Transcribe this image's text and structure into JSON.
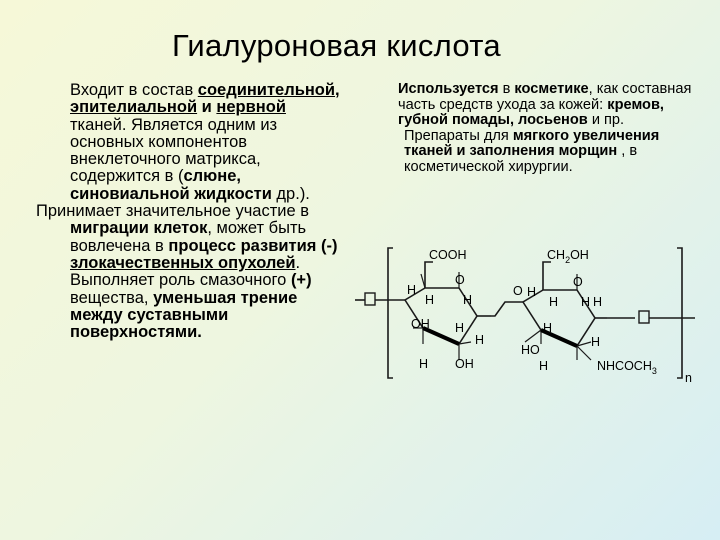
{
  "slide": {
    "title": "Гиалуроновая кислота"
  },
  "left": {
    "p1": {
      "t1": "Входит в состав ",
      "t2": "соединительной",
      "t3": ", ",
      "t4": "эпителиальной",
      "t5": " и ",
      "t6": "нервной",
      "t7": " тканей. Является одним из основных компонентов внеклеточного матрикса, содержится в (",
      "t8": "слюне, синовиальной жидкости",
      "t9": " др.)."
    },
    "p2": {
      "t1": "Принимает значительное участие в ",
      "t2": "миграции клеток",
      "t3": ", может быть вовлечена в ",
      "t4": "процесс развития",
      "t5": " (-) ",
      "t6": "злокачественных опухолей",
      "t7": "."
    },
    "p3": {
      "t1": "Выполняет роль смазочного ",
      "t2": "(+)",
      "t3": " вещества, ",
      "t4": "уменьшая трение между суставными поверхностями."
    }
  },
  "right": {
    "p1": {
      "t1": "Используется",
      "t2": " в ",
      "t3": "косметике",
      "t4": ", как составная часть средств ухода за кожей: ",
      "t5": "кремов, губной помады, лосьенов",
      "t6": " и пр."
    },
    "p2": {
      "t1": "Препараты для ",
      "t2": "мягкого увеличения тканей и заполнения морщин",
      "t3": " , в косметической хирургии."
    }
  },
  "formula": {
    "cooh": "COOH",
    "ch2oh": "CH",
    "ch2oh_sub": "2",
    "ch2oh_end": "OH",
    "h": "H",
    "oh": "OH",
    "ho": "HO",
    "o": "O",
    "nhcoch3": "NHCOCH",
    "nhcoch3_sub": "3",
    "n": "n"
  }
}
